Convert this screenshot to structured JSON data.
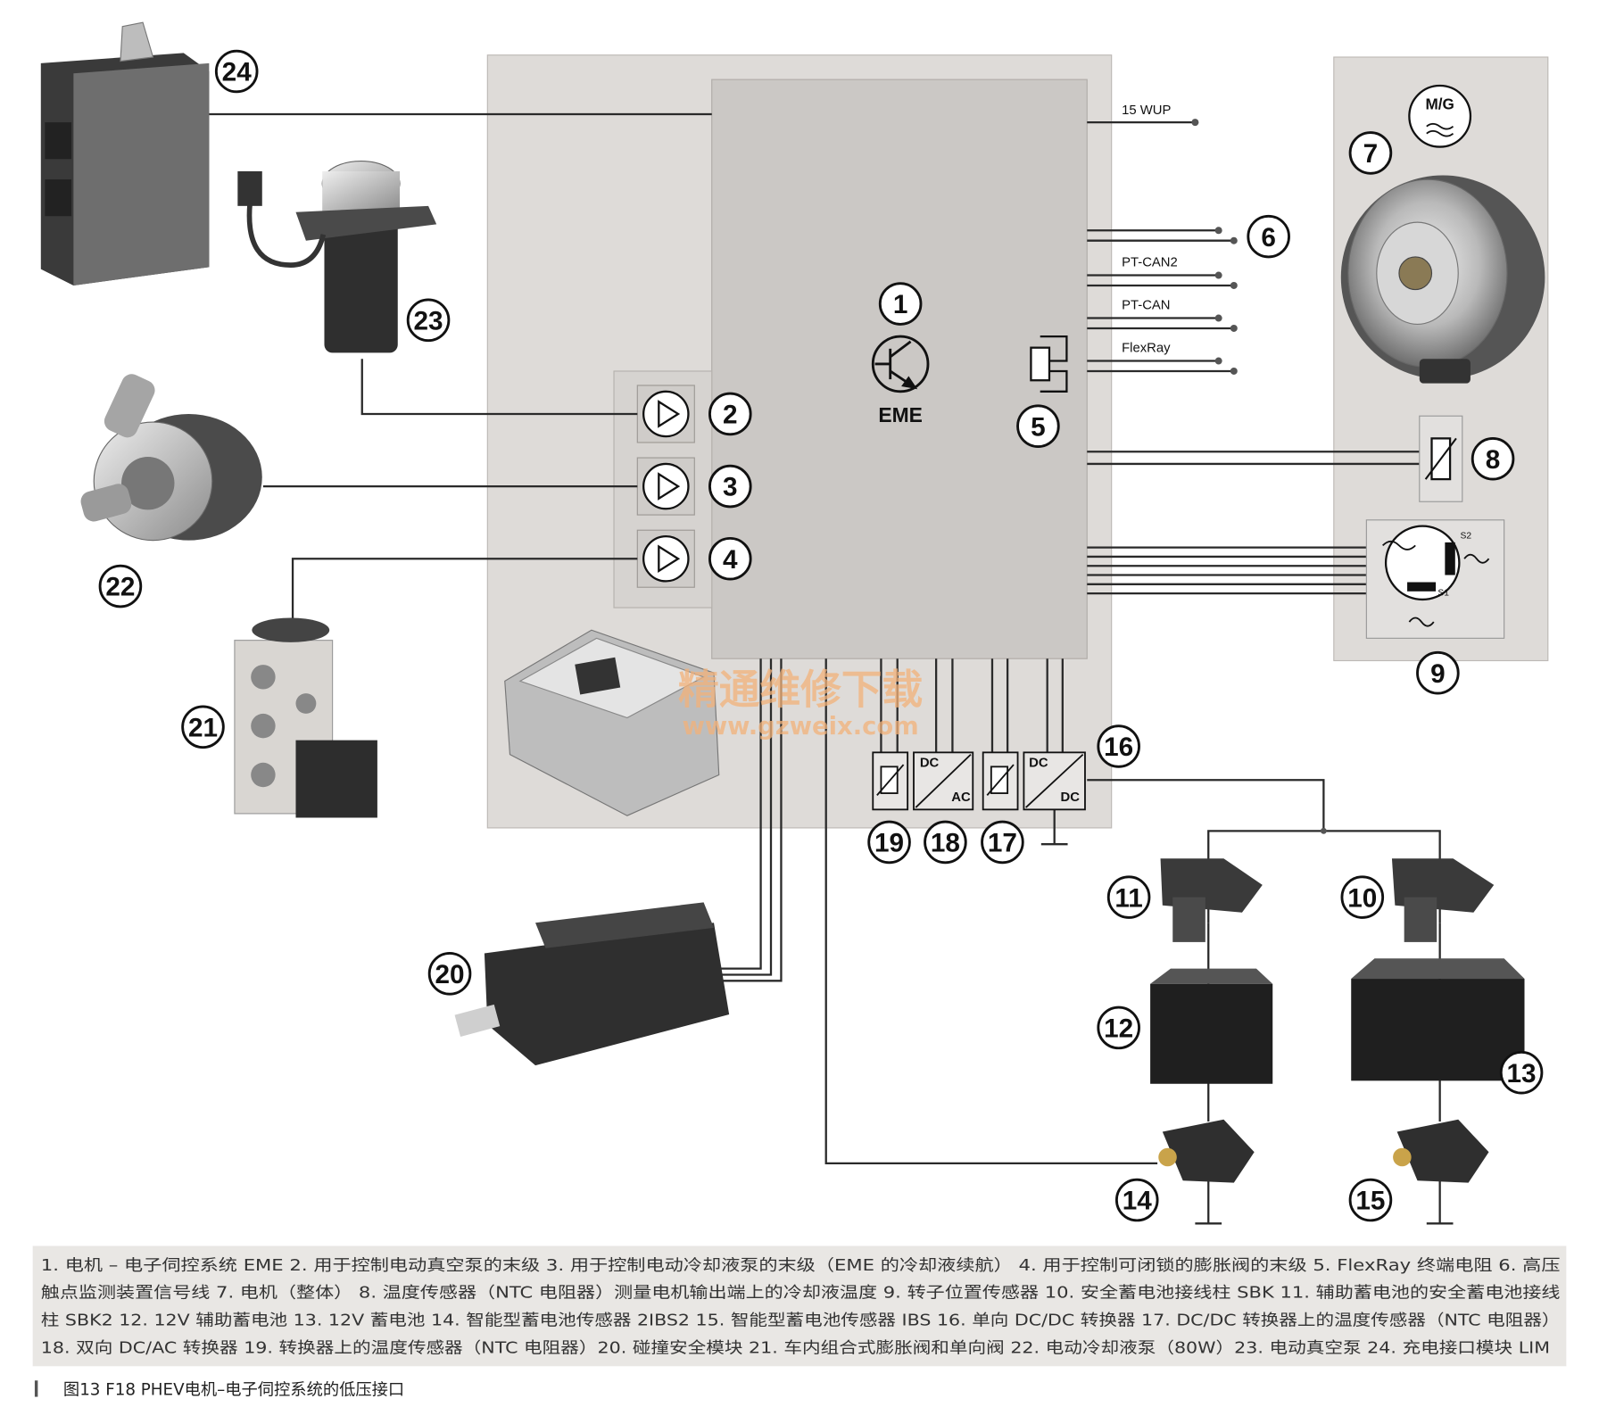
{
  "labels": {
    "wup": "15 WUP",
    "ptcan2": "PT-CAN2",
    "ptcan": "PT-CAN",
    "flexray": "FlexRay",
    "eme": "EME",
    "mg": "M/G",
    "dc": "DC",
    "ac": "AC",
    "s1": "S1",
    "s2": "S2"
  },
  "callouts": [
    "1",
    "2",
    "3",
    "4",
    "5",
    "6",
    "7",
    "8",
    "9",
    "10",
    "11",
    "12",
    "13",
    "14",
    "15",
    "16",
    "17",
    "18",
    "19",
    "20",
    "21",
    "22",
    "23",
    "24"
  ],
  "watermark": {
    "line1": "精通维修下载",
    "line2": "www.gzweix.com"
  },
  "caption": {
    "line1": "1. 电机 – 电子伺控系统 EME   2. 用于控制电动真空泵的末级   3. 用于控制电动冷却液泵的末级（EME 的冷却液续航）  4. 用于控制可闭锁的膨胀阀的末级 5. FlexRay 终端电阻   6. 高压",
    "line2": "触点监测装置信号线   7. 电机（整体）  8. 温度传感器（NTC 电阻器）测量电机输出端上的冷却液温度   9. 转子位置传感器   10. 安全蓄电池接线柱 SBK   11. 辅助蓄电池的安全蓄电池接线",
    "line3": "柱 SBK2   12. 12V 辅助蓄电池   13. 12V 蓄电池   14. 智能型蓄电池传感器 2IBS2   15. 智能型蓄电池传感器 IBS   16. 单向 DC/DC 转换器   17. DC/DC 转换器上的温度传感器（NTC 电阻器）",
    "line4": "18. 双向 DC/AC 转换器   19. 转换器上的温度传感器（NTC 电阻器）20. 碰撞安全模块   21. 车内组合式膨胀阀和单向阀   22. 电动冷却液泵（80W）23. 电动真空泵   24. 充电接口模块 LIM"
  },
  "figure_title": "图13    F18 PHEV电机–电子伺控系统的低压接口",
  "colors": {
    "panel": "#dedbd8",
    "inner": "#cbc8c5",
    "line": "#2a2a2a",
    "captionBg": "#e9e7e4"
  }
}
